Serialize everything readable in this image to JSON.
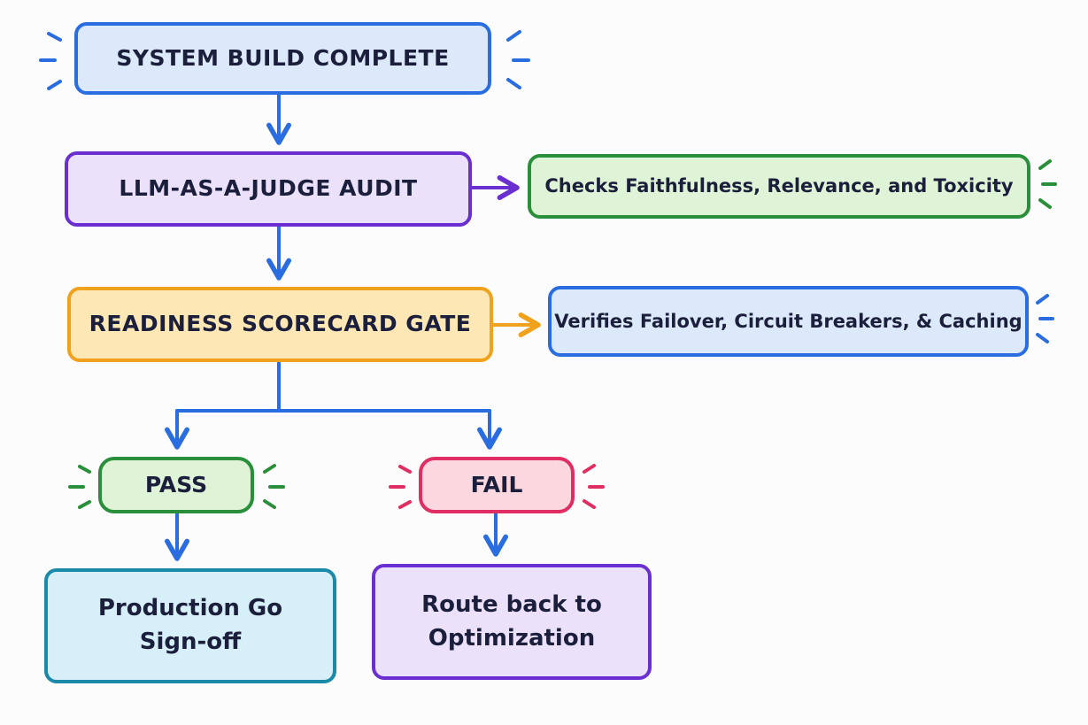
{
  "nodes": {
    "build": {
      "label": "SYSTEM BUILD COMPLETE"
    },
    "judge": {
      "label": "LLM-AS-A-JUDGE AUDIT"
    },
    "checks": {
      "label": "Checks Faithfulness, Relevance, and Toxicity"
    },
    "gate": {
      "label": "READINESS SCORECARD GATE"
    },
    "verify": {
      "label": "Verifies Failover, Circuit Breakers, & Caching"
    },
    "pass": {
      "label": "PASS"
    },
    "fail": {
      "label": "FAIL"
    },
    "prod": {
      "line1": "Production Go",
      "line2": "Sign-off"
    },
    "route": {
      "line1": "Route back to",
      "line2": "Optimization"
    }
  },
  "colors": {
    "blue": "#2a6de0",
    "purple": "#6a2fd0",
    "green": "#2a8f3a",
    "orange": "#f1a21c",
    "pink": "#e02e63",
    "teal": "#1a8aa8"
  }
}
